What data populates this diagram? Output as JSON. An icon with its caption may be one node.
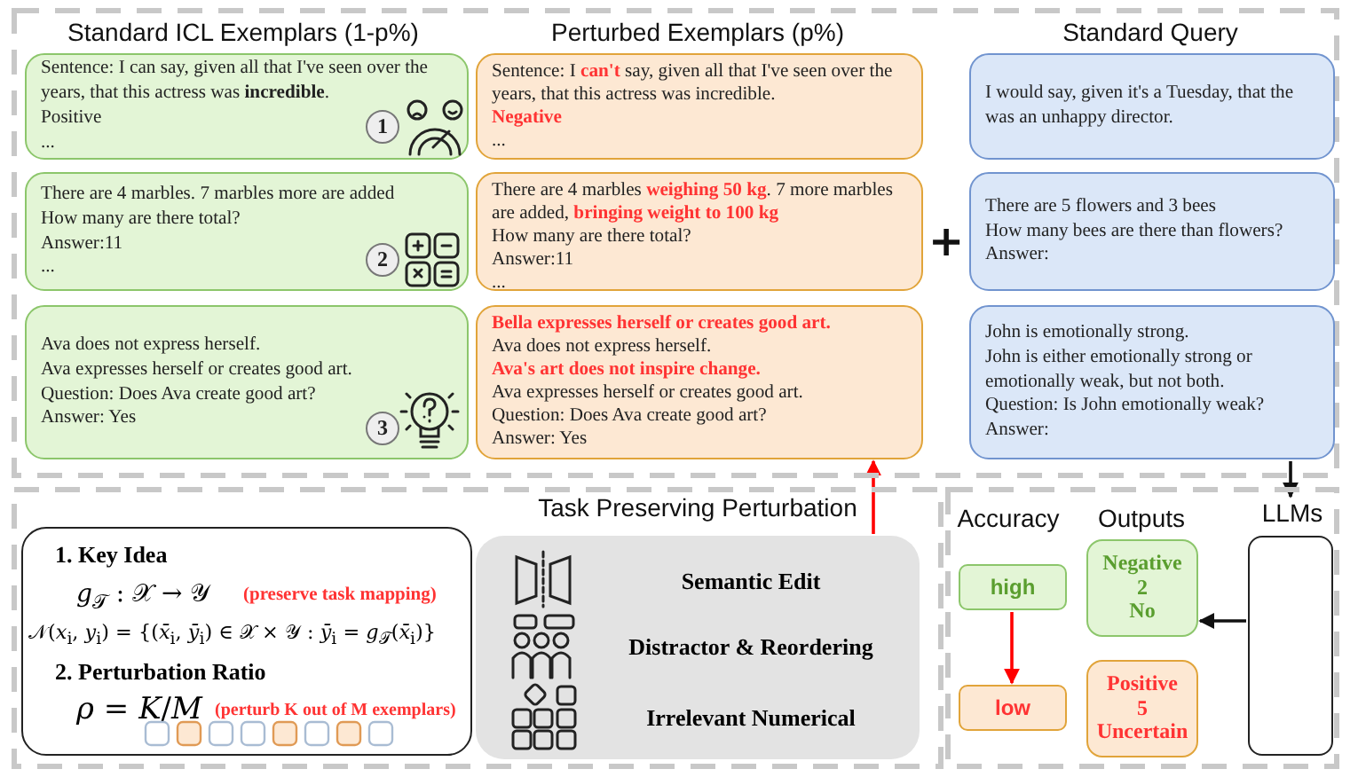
{
  "diagram": {
    "nodes": [
      {
        "text": [
          "Sentence: I can say, given all that I've seen over the years, that this actress was **incredible**.",
          "Positive",
          "..."
        ]
      },
      {
        "text": [
          "There are 4 marbles. 7 marbles more are added",
          "How many are there total?",
          "Answer:11",
          "..."
        ]
      },
      {
        "text": [
          "Ava does not express herself.",
          "Ava expresses herself or creates good art.",
          "Question: Does Ava create good art?",
          "Answer: Yes"
        ]
      },
      {
        "text": [
          "Sentence: I **can't** say, given all that I've seen over the years, that this actress was incredible.",
          "Negative",
          "..."
        ]
      },
      {
        "text": [
          "There are 4 marbles **weighing 50 kg**. 7 more marbles are added, **bringing weight to 100 kg**",
          "How many are there total?",
          "Answer:11",
          "..."
        ]
      },
      {
        "text": [
          "Bella expresses herself or creates good art.",
          "Ava does not express herself.",
          "Ava's art does not inspire change.",
          "Ava expresses herself or creates good art.",
          "Question: Does Ava create good art?",
          "Answer: Yes"
        ]
      },
      {
        "text": [
          "I would say, given it's a Tuesday, that the was an unhappy director."
        ]
      },
      {
        "text": [
          "There are 5 flowers and 3 bees",
          "How many bees are there than flowers?",
          "Answer:"
        ]
      },
      {
        "text": [
          "John is emotionally strong.",
          "John is either emotionally strong or emotionally weak, but not both.",
          "Question: Is John emotionally weak?",
          "Answer:"
        ]
      },
      {
        "text": [
          "1. Key Idea",
          "*g*$_{𝒯}$ : 𝒳 → 𝒴",
          "(preserve task mapping)",
          "𝒩(*x*$_{i}$, *y*$_{i}$) = {(*x̄*$_{i}$, *ȳ*$_{i}$) ∈ 𝒳 × 𝒴 : *ȳ*$_{i}$ = *g*$_{𝒯}$(*x̄*$_{i}$)}",
          "2. Perturbation Ratio",
          "*ρ* = *K*/*M*",
          "(perturb K out of M exemplars)"
        ]
      },
      {
        "text": [
          "Task Preserving Perturbation",
          "Semantic Edit",
          "Distractor & Reordering",
          "Irrelevant Numerical"
        ]
      },
      {
        "text": [
          "high"
        ]
      },
      {
        "text": [
          "low"
        ]
      },
      {
        "text": [
          "Negative",
          "2",
          "No"
        ]
      },
      {
        "text": [
          "Positive",
          "5",
          "Uncertain"
        ]
      },
      {
        "text": [
          "LLMs"
        ]
      }
    ],
    "edges": [
      {
        "from": 10,
        "to": 5,
        "arrow": "to",
        "color": "#ff0000"
      },
      {
        "from": 8,
        "to": 15,
        "arrow": "to",
        "color": "#111111"
      },
      {
        "from": 15,
        "to": 13,
        "arrow": "to",
        "color": "#111111"
      },
      {
        "from": 11,
        "to": 12,
        "arrow": "to",
        "color": "#ff0000"
      }
    ],
    "labels": [
      "Standard ICL Exemplars (1-p%)",
      "Perturbed Exemplars (p%)",
      "Standard Query",
      "1",
      "2",
      "3",
      "+",
      "Accuracy",
      "Outputs"
    ]
  }
}
